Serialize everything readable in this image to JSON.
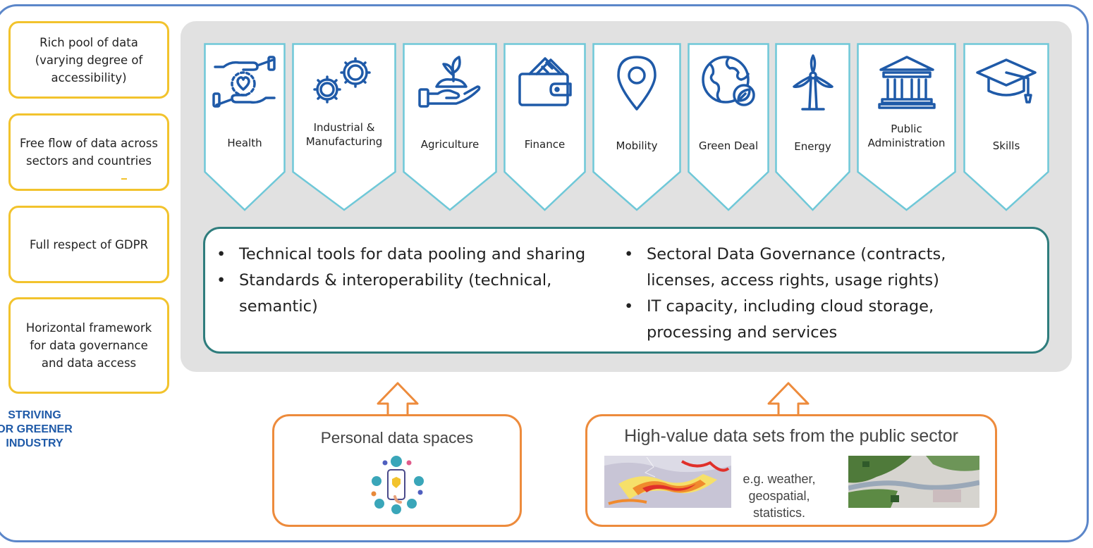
{
  "left_boxes": [
    "Rich pool of data (varying degree of accessibility)",
    "Free flow of data across sectors and countries",
    "Full respect of GDPR",
    "Horizontal framework for data governance and data access"
  ],
  "striving_label": "STRIVING\nOR GREENER\nINDUSTRY",
  "sectors": [
    {
      "label": "Health",
      "icon": "health-hands-heart-icon"
    },
    {
      "label": "Industrial &\nManufacturing",
      "icon": "gears-icon"
    },
    {
      "label": "Agriculture",
      "icon": "plant-in-hand-icon"
    },
    {
      "label": "Finance",
      "icon": "wallet-cards-icon"
    },
    {
      "label": "Mobility",
      "icon": "location-pin-icon"
    },
    {
      "label": "Green Deal",
      "icon": "globe-leaf-icon"
    },
    {
      "label": "Energy",
      "icon": "wind-turbine-icon"
    },
    {
      "label": "Public\nAdministration",
      "icon": "government-building-icon"
    },
    {
      "label": "Skills",
      "icon": "graduation-cap-icon"
    }
  ],
  "tools_left": [
    "Technical tools for data pooling and sharing",
    "Standards & interoperability (technical, semantic)"
  ],
  "tools_right": [
    "Sectoral Data Governance (contracts, licenses, access rights, usage rights)",
    "IT capacity, including cloud storage, processing and services"
  ],
  "personal": {
    "title": "Personal data spaces",
    "icon": "personal-data-phone-icon"
  },
  "highvalue": {
    "title": "High-value data sets from the public sector",
    "examples": "e.g. weather, geospatial, statistics.",
    "images": [
      "weather-map-image",
      "satellite-map-image"
    ]
  },
  "colors": {
    "frame": "#5b86c9",
    "left_border": "#f2c32d",
    "panel": "#e1e1e1",
    "sector_border": "#6fc8d8",
    "icon": "#1f5aa8",
    "tools_border": "#2f7d7d",
    "source_border": "#ed8b3c",
    "striving": "#1f5aa8"
  }
}
